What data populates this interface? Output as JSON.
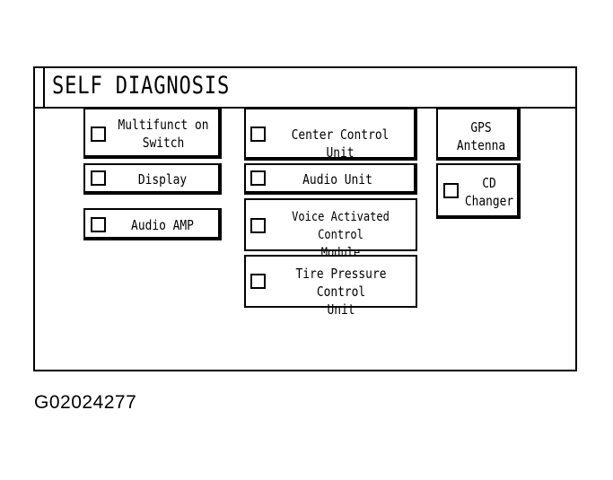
{
  "screen": {
    "title": "SELF DIAGNOSIS"
  },
  "nodes": {
    "multifunction_switch": "Multifunct on\nSwitch",
    "display": "Display",
    "audio_amp": "Audio AMP",
    "center_control_unit": "Center Control Unit",
    "audio_unit": "Audio Unit",
    "voice_control_module": "Voice Activated Control\nModule",
    "tire_pressure_unit": "Tire Pressure Control\nUnit",
    "gps_antenna": "GPS\nAntenna",
    "cd_changer": "CD\nChanger"
  },
  "figure_code": "G02024277"
}
